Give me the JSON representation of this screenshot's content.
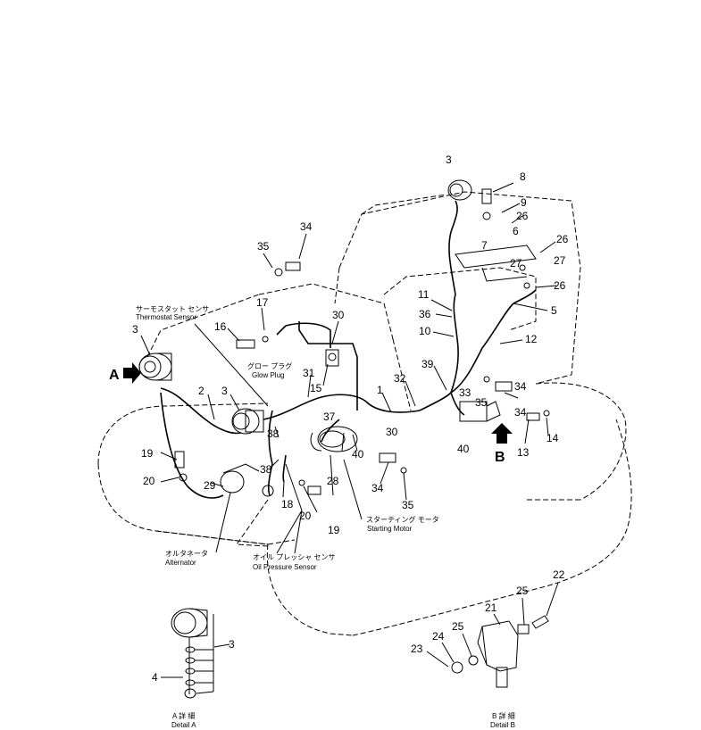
{
  "part_numbers": {
    "p1": "1",
    "p2": "2",
    "p3": "3",
    "p4": "4",
    "p5": "5",
    "p6": "6",
    "p7": "7",
    "p8": "8",
    "p9": "9",
    "p10": "10",
    "p11": "11",
    "p12": "12",
    "p13": "13",
    "p14": "14",
    "p15": "15",
    "p16": "16",
    "p17": "17",
    "p18": "18",
    "p19": "19",
    "p20": "20",
    "p21": "21",
    "p22": "22",
    "p23": "23",
    "p24": "24",
    "p25": "25",
    "p26": "26",
    "p27": "27",
    "p28": "28",
    "p29": "29",
    "p30": "30",
    "p31": "31",
    "p32": "32",
    "p33": "33",
    "p34": "34",
    "p35": "35",
    "p36": "36",
    "p37": "37",
    "p38": "38",
    "p39": "39",
    "p40": "40"
  },
  "labels": {
    "thermostat_jp": "サーモスタット センサ",
    "thermostat_en": "Thermostat Sensor",
    "glowplug_jp": "グロー プラグ",
    "glowplug_en": "Glow Plug",
    "starting_jp": "スターティング モータ",
    "starting_en": "Starting Motor",
    "alternator_jp": "オルタネータ",
    "alternator_en": "Alternator",
    "oilpressure_jp": "オイル プレッシャ センサ",
    "oilpressure_en": "Oil Pressure Sensor",
    "detail_a_jp": "A 詳 細",
    "detail_a_en": "Detail A",
    "detail_b_jp": "B 詳 細",
    "detail_b_en": "Detail B",
    "arrow_a": "A",
    "arrow_b": "B"
  }
}
